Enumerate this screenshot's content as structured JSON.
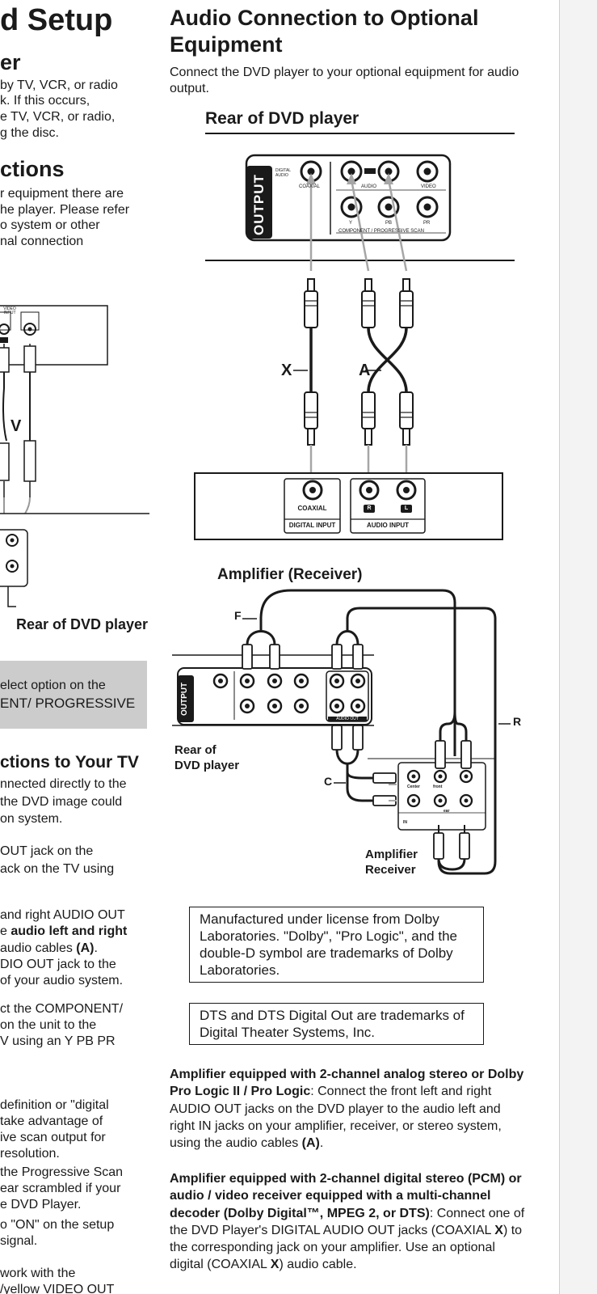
{
  "left_column": {
    "title": "d Setup",
    "sec1": {
      "heading": "er",
      "lines": [
        "by TV, VCR, or radio",
        "k. If this occurs,",
        "e TV, VCR, or radio,",
        "g the disc."
      ]
    },
    "sec2": {
      "heading": "ctions",
      "lines": [
        "r equipment there are",
        "he player. Please refer",
        "o system or other",
        "nal connection"
      ]
    },
    "diagram": {
      "video_input": "VIDEO INPUT",
      "v_label": "V",
      "rear_caption": "Rear of DVD player"
    },
    "note_lines": [
      "elect option on the",
      "ENT/ PROGRESSIVE"
    ],
    "sec3": {
      "heading": "ctions to Your TV",
      "lines": [
        "nnected directly to the",
        " the DVD image could",
        "on system."
      ]
    },
    "para1": [
      " OUT jack on the",
      "ack on the TV using"
    ],
    "para2_lines": [
      {
        "pre": "and right AUDIO OUT",
        "bold": "",
        "post": ""
      },
      {
        "pre": "e ",
        "bold": "audio left and right",
        "post": ""
      },
      {
        "pre": " audio cables ",
        "bold": "(A)",
        "post": "."
      },
      {
        "pre": "DIO OUT jack to the",
        "bold": "",
        "post": ""
      },
      {
        "pre": "of your audio system.",
        "bold": "",
        "post": ""
      }
    ],
    "para3": [
      "ct the COMPONENT/",
      " on the unit to the",
      "V using an Y PB PR"
    ],
    "para4": [
      "definition or \"digital",
      " take advantage of",
      "ive scan output for",
      "resolution."
    ],
    "para5": [
      " the Progressive Scan",
      "ear scrambled if your",
      "e DVD Player."
    ],
    "para6": [
      "o \"ON\" on the setup",
      " signal."
    ],
    "para7": [
      " work with the",
      "/yellow VIDEO OUT"
    ]
  },
  "right_column": {
    "heading": "Audio Connection to Optional Equipment",
    "intro": "Connect the DVD player to your optional equipment for audio output.",
    "diagram1": {
      "caption": "Rear of DVD player",
      "output": "OUTPUT",
      "digital_audio": "DIGITAL AUDIO",
      "coaxial": "COAXIAL",
      "audio": "AUDIO",
      "video": "VIDEO",
      "y": "Y",
      "pb": "PB",
      "pr": "PR",
      "component": "COMPONENT / PROGRESSIVE SCAN",
      "label_x": "X",
      "label_a": "A",
      "coaxial_in": "COAXIAL",
      "digital_input": "DIGITAL INPUT",
      "r": "R",
      "l": "L",
      "audio_input": "AUDIO INPUT"
    },
    "diagram2": {
      "caption": "Amplifier (Receiver)",
      "label_f": "F",
      "label_r": "R",
      "label_c": "C",
      "rear_caption": [
        "Rear of",
        "DVD player"
      ],
      "amp_caption": [
        "Amplifier",
        "Receiver"
      ],
      "output": "OUTPUT",
      "center": "Center",
      "front": "front",
      "rear": "ear",
      "in": "IN",
      "audio_out": "AUDIO OUT"
    },
    "trademarks": {
      "dolby": "Manufactured under license from Dolby Laboratories. \"Dolby\", \"Pro Logic\", and the double-D symbol are trademarks of Dolby Laboratories.",
      "dts": "DTS and DTS Digital Out are trademarks of Digital Theater Systems, Inc."
    },
    "para_analog": {
      "bold": "Amplifier equipped with 2-channel analog stereo or Dolby Pro Logic II / Pro Logic",
      "text": ": Connect the front left and right AUDIO OUT jacks on the DVD player to the audio left and right IN jacks on your amplifier, receiver, or stereo system, using the audio cables ",
      "bold_end": "(A)",
      "end": "."
    },
    "para_digital": {
      "bold": "Amplifier equipped with 2-channel digital stereo (PCM) or audio / video receiver equipped with a multi-channel decoder (Dolby Digital™, MPEG 2, or DTS)",
      "text1": ": Connect one of the DVD Player's DIGITAL AUDIO OUT jacks (COAXIAL ",
      "x1": "X",
      "text2": ") to the corresponding jack on your amplifier. Use an optional digital (COAXIAL ",
      "x2": "X",
      "text3": ") audio cable."
    }
  }
}
